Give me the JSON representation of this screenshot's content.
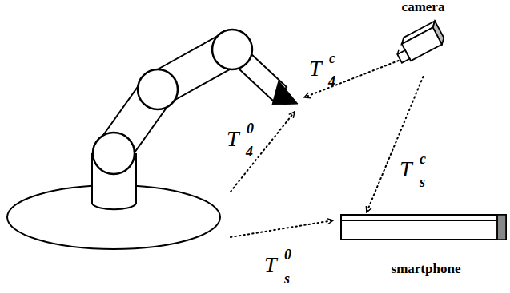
{
  "diagram": {
    "nodes": [
      {
        "text": [
          "camera"
        ]
      },
      {
        "text": [
          "smartphone"
        ]
      }
    ],
    "edges": [
      {
        "from": 0,
        "to": 1,
        "arrow": "to"
      }
    ],
    "labels": [
      "T",
      "c",
      "4",
      "T",
      "0",
      "4",
      "T",
      "c",
      "s",
      "T",
      "0",
      "s"
    ]
  }
}
